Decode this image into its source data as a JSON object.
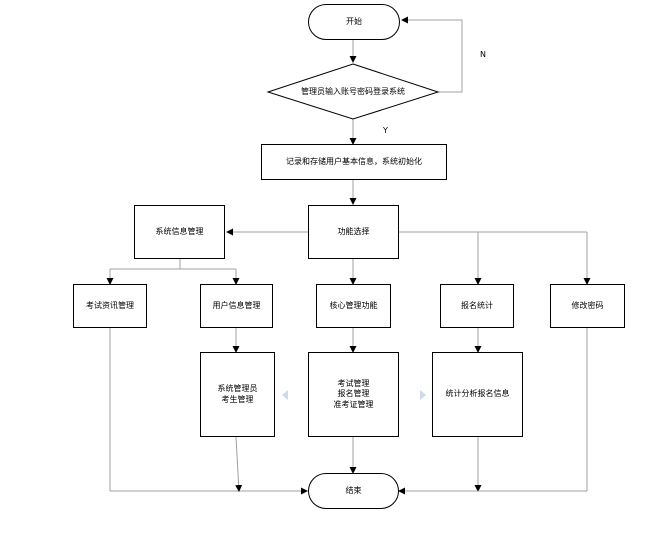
{
  "nodes": {
    "start": "开始",
    "login": "管理员输入账号密码登录系统",
    "init": "记录和存储用户基本信息，系统初始化",
    "select": "功能选择",
    "sysinfo": "系统信息管理",
    "exam_info": "考试资讯管理",
    "user_info": "用户信息管理",
    "core": "核心管理功能",
    "stats": "报名统计",
    "pwd": "修改密码",
    "user_sub": [
      "系统管理员",
      "考生管理"
    ],
    "core_sub": [
      "考试管理",
      "报名管理",
      "准考证管理"
    ],
    "stats_sub": "统计分析报名信息",
    "end": "结束"
  },
  "labels": {
    "no": "N",
    "yes": "Y"
  },
  "colors": {
    "line": "#a0a0a0",
    "stroke": "#000000",
    "triangle": "#c8dcee"
  }
}
